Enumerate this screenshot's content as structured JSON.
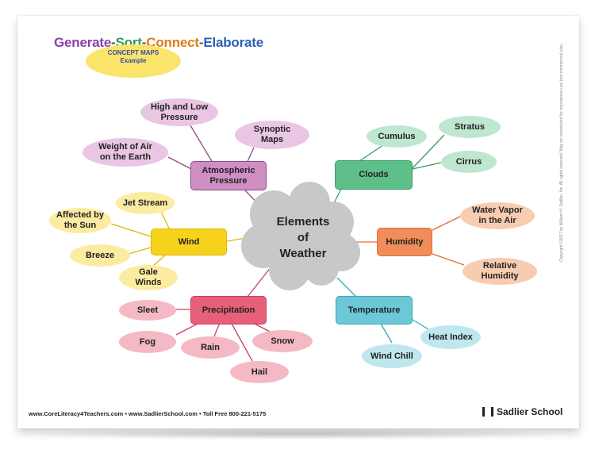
{
  "header": {
    "words": [
      {
        "text": "Generate",
        "color": "#8b3fa6"
      },
      {
        "text": "-",
        "color": "#555555"
      },
      {
        "text": "Sort",
        "color": "#2c9b5a"
      },
      {
        "text": "-",
        "color": "#555555"
      },
      {
        "text": "Connect",
        "color": "#e07a18"
      },
      {
        "text": "-",
        "color": "#555555"
      },
      {
        "text": "Elaborate",
        "color": "#2f5fb5"
      }
    ],
    "badge_line1": "CONCEPT MAPS",
    "badge_line2": "Example"
  },
  "center": {
    "line1": "Elements",
    "line2": "of",
    "line3": "Weather"
  },
  "nodes": {
    "atmospheric": "Atmospheric Pressure",
    "high_low": "High and Low Pressure",
    "synoptic": "Synoptic Maps",
    "weight_air": "Weight of Air on the Earth",
    "clouds": "Clouds",
    "cumulus": "Cumulus",
    "stratus": "Stratus",
    "cirrus": "Cirrus",
    "wind": "Wind",
    "jet_stream": "Jet Stream",
    "affected_sun": "Affected by the Sun",
    "breeze": "Breeze",
    "gale": "Gale Winds",
    "humidity": "Humidity",
    "water_vapor": "Water Vapor in the Air",
    "relative_humidity": "Relative Humidity",
    "precipitation": "Precipitation",
    "sleet": "Sleet",
    "fog": "Fog",
    "rain": "Rain",
    "snow": "Snow",
    "hail": "Hail",
    "temperature": "Temperature",
    "heat_index": "Heat Index",
    "wind_chill": "Wind Chill"
  },
  "colors": {
    "atmospheric_fill": "#cf8fc4",
    "atmospheric_light": "#e8c6e4",
    "atmospheric_line": "#8e4a87",
    "clouds_fill": "#5fbf8a",
    "clouds_light": "#bfe6cf",
    "clouds_line": "#3a9a66",
    "wind_fill": "#f7d21b",
    "wind_light": "#fbeca1",
    "wind_line": "#e0b800",
    "humidity_fill": "#f08d5a",
    "humidity_light": "#f8ccb1",
    "humidity_line": "#e06e33",
    "precip_fill": "#e6607a",
    "precip_light": "#f4b9c4",
    "precip_line": "#c9405c",
    "temp_fill": "#6cc7d6",
    "temp_light": "#bfe7ee",
    "temp_line": "#3aa8bb",
    "cloud_center": "#c8c8c8"
  },
  "footer": {
    "site1": "www.CoreLiteracy4Teachers.com",
    "sep": "•",
    "site2": "www.SadlierSchool.com",
    "phone": "Toll Free 800-221-5175"
  },
  "brand": "Sadlier School",
  "vertical_note": "Copyright ©2017 by William H. Sadlier, Inc. All rights reserved. May be reproduced for educational use (not commercial use)."
}
